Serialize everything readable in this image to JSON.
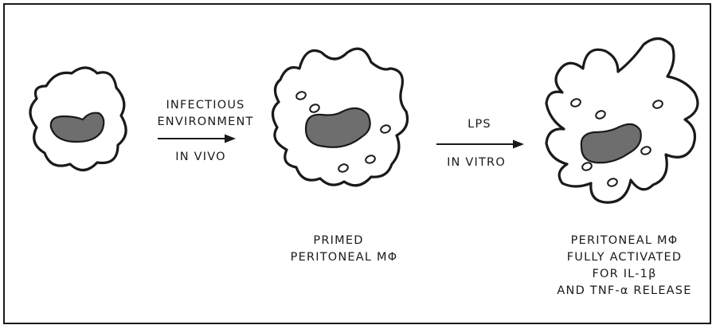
{
  "steps": [
    {
      "state": "resting",
      "caption": []
    },
    {
      "state": "primed",
      "caption": [
        "PRIMED",
        "PERITONEAL  MΦ"
      ]
    },
    {
      "state": "fully-activated",
      "caption": [
        "PERITONEAL  MΦ",
        "FULLY ACTIVATED",
        "FOR  IL-1β",
        "AND  TNF-α RELEASE"
      ]
    }
  ],
  "arrows": [
    {
      "above": [
        "INFECTIOUS",
        "ENVIRONMENT"
      ],
      "below": "IN  VIVO"
    },
    {
      "above": [
        "LPS"
      ],
      "below": "IN  VITRO"
    }
  ],
  "colors": {
    "line": "#1a1a1a",
    "nucleus_fill": "#6e6e6e",
    "background": "#ffffff"
  }
}
